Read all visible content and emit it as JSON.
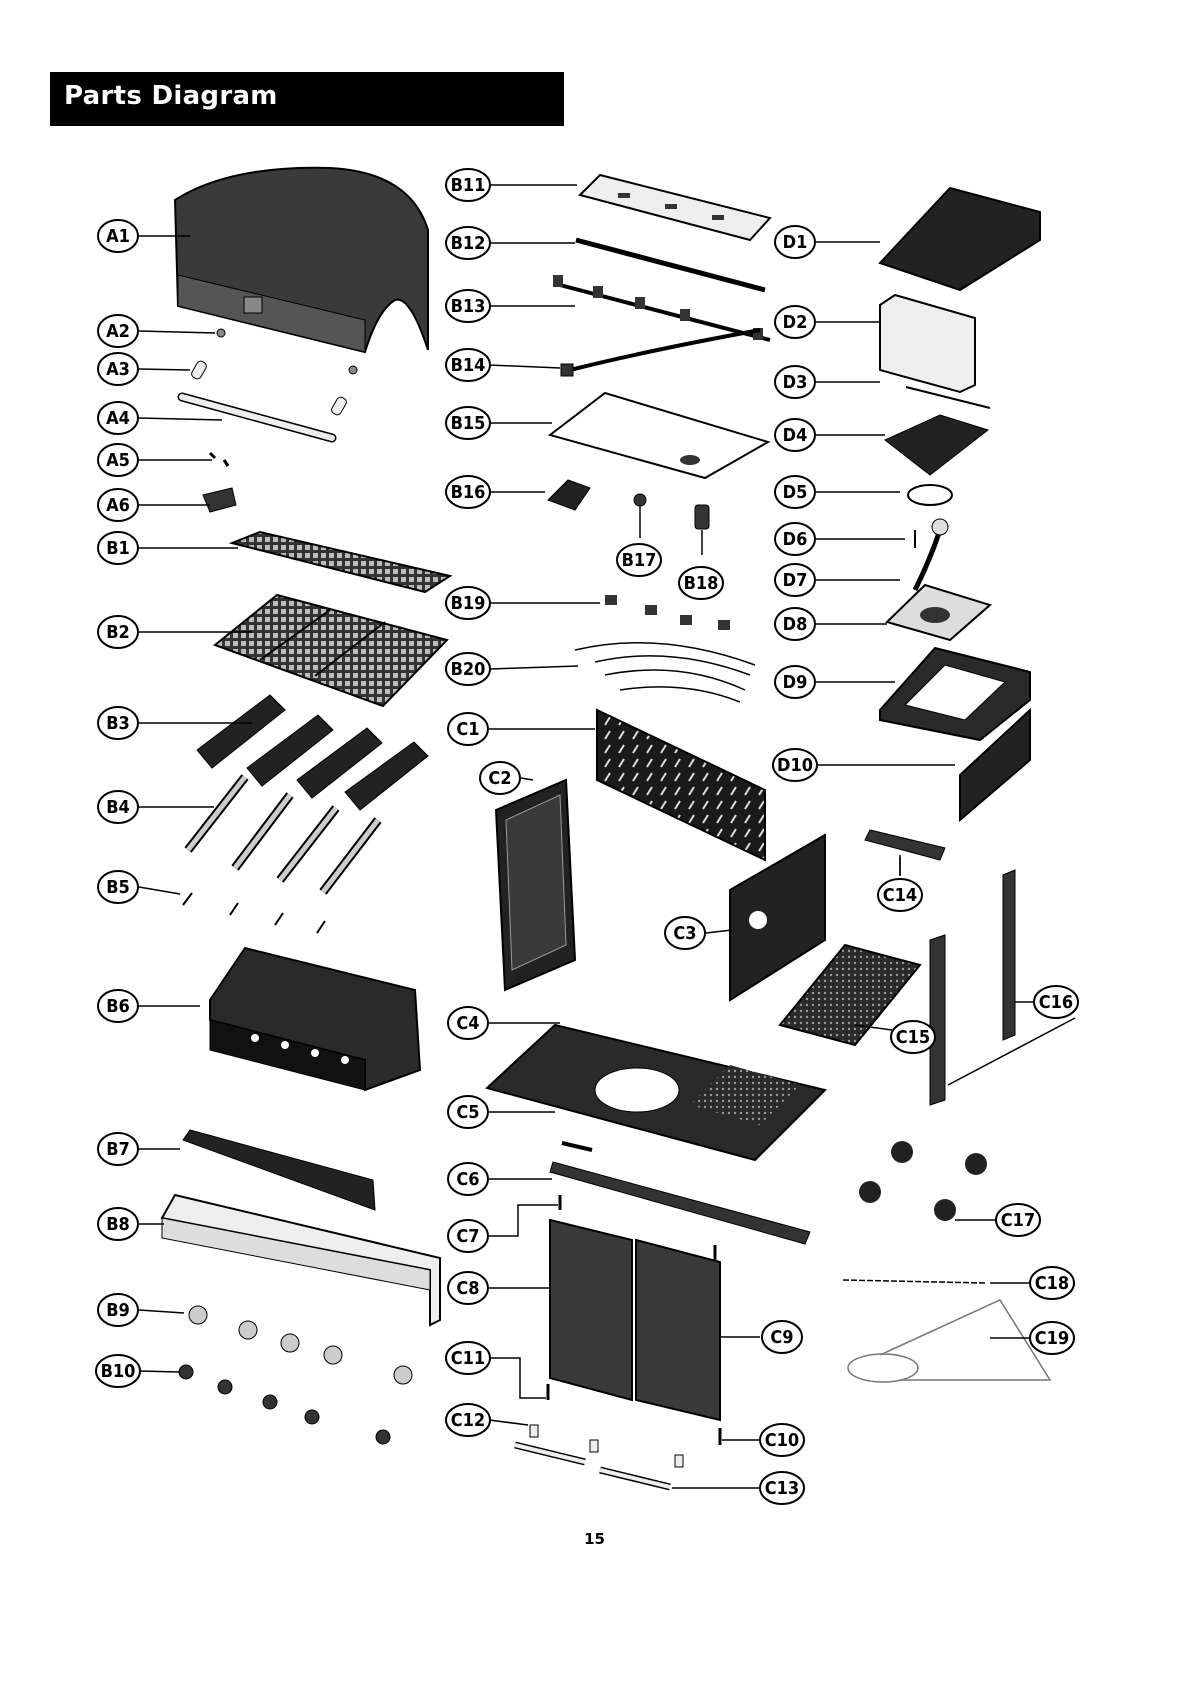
{
  "title": "Parts Diagram",
  "page_number": "15",
  "callouts": {
    "A1": "A1",
    "A2": "A2",
    "A3": "A3",
    "A4": "A4",
    "A5": "A5",
    "A6": "A6",
    "B1": "B1",
    "B2": "B2",
    "B3": "B3",
    "B4": "B4",
    "B5": "B5",
    "B6": "B6",
    "B7": "B7",
    "B8": "B8",
    "B9": "B9",
    "B10": "B10",
    "B11": "B11",
    "B12": "B12",
    "B13": "B13",
    "B14": "B14",
    "B15": "B15",
    "B16": "B16",
    "B17": "B17",
    "B18": "B18",
    "B19": "B19",
    "B20": "B20",
    "C1": "C1",
    "C2": "C2",
    "C3": "C3",
    "C4": "C4",
    "C5": "C5",
    "C6": "C6",
    "C7": "C7",
    "C8": "C8",
    "C9": "C9",
    "C10": "C10",
    "C11": "C11",
    "C12": "C12",
    "C13": "C13",
    "C14": "C14",
    "C15": "C15",
    "C16": "C16",
    "C17": "C17",
    "C18": "C18",
    "C19": "C19",
    "D1": "D1",
    "D2": "D2",
    "D3": "D3",
    "D4": "D4",
    "D5": "D5",
    "D6": "D6",
    "D7": "D7",
    "D8": "D8",
    "D9": "D9",
    "D10": "D10"
  }
}
